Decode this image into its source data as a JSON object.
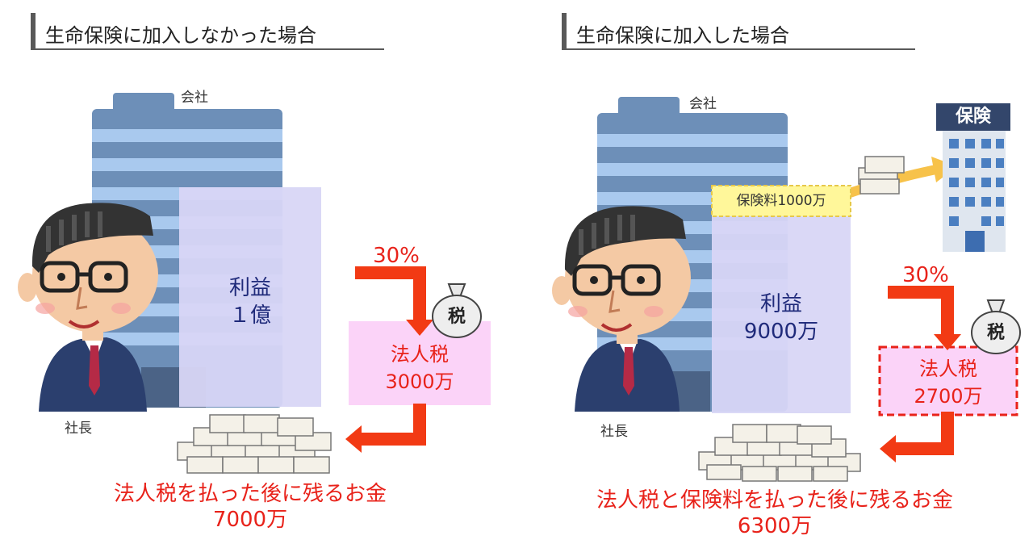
{
  "left": {
    "header_title": "生命保険に加入しなかった場合",
    "company_label": "会社",
    "president_label": "社長",
    "profit_label": "利益",
    "profit_value": "１億",
    "tax_rate": "30%",
    "tax_bag_label": "税",
    "tax_label": "法人税",
    "tax_value": "3000万",
    "remaining_caption": "法人税を払った後に残るお金",
    "remaining_value": "7000万"
  },
  "right": {
    "header_title": "生命保険に加入した場合",
    "company_label": "会社",
    "president_label": "社長",
    "insurance_building_sign": "保険",
    "premium_label": "保険料1000万",
    "profit_label": "利益",
    "profit_value": "9000万",
    "tax_rate": "30%",
    "tax_bag_label": "税",
    "tax_label": "法人税",
    "tax_value": "2700万",
    "remaining_caption": "法人税と保険料を払った後に残るお金",
    "remaining_value": "6300万"
  },
  "colors": {
    "profit_box": "#d8d6f5",
    "tax_box": "#fbd3f8",
    "arrow_red": "#f23a14",
    "accent_red": "#e8221a",
    "premium_box": "#fff79a",
    "building_blue": "#7aa0cc"
  }
}
